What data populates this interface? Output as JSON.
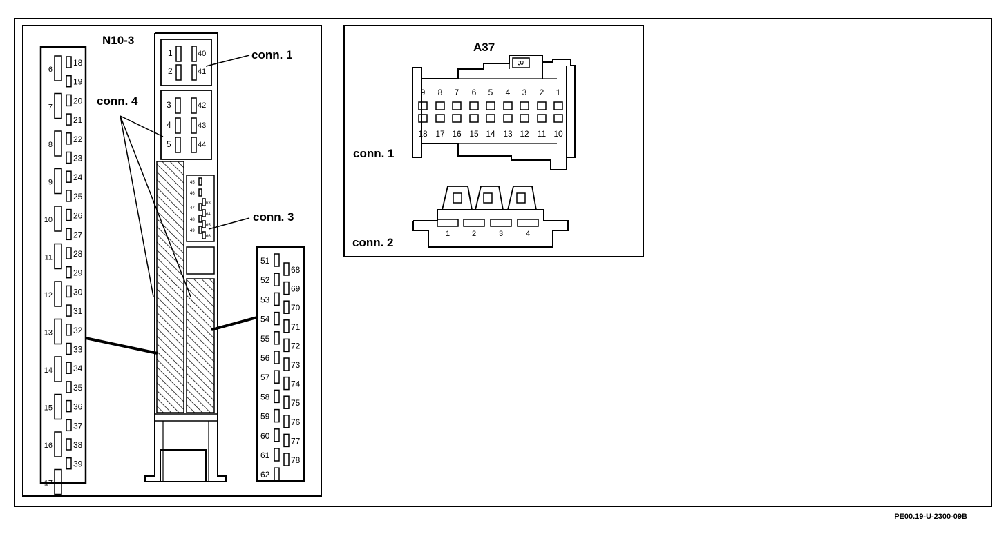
{
  "n10": {
    "title": "N10-3",
    "left_pins": [
      "6",
      "7",
      "8",
      "9",
      "10",
      "11",
      "12",
      "13",
      "14",
      "15",
      "16",
      "17"
    ],
    "left_small_pins": [
      "18",
      "19",
      "20",
      "21",
      "22",
      "23",
      "24",
      "25",
      "26",
      "27",
      "28",
      "29",
      "30",
      "31",
      "32",
      "33",
      "34",
      "35",
      "36",
      "37",
      "38",
      "39"
    ],
    "conn1_pins": [
      "1",
      "2",
      "40",
      "41"
    ],
    "conn4_pins": [
      "3",
      "4",
      "5",
      "42",
      "43",
      "44"
    ],
    "conn3_pins": [
      "45",
      "46",
      "47",
      "48",
      "49",
      "63",
      "64",
      "65",
      "66"
    ],
    "right_pins_a": [
      "51",
      "52",
      "53",
      "54",
      "55",
      "56",
      "57",
      "58",
      "59",
      "60",
      "61",
      "62"
    ],
    "right_pins_b": [
      "68",
      "69",
      "70",
      "71",
      "72",
      "73",
      "74",
      "75",
      "76",
      "77",
      "78"
    ],
    "conn1_label": "conn. 1",
    "conn3_label": "conn. 3",
    "conn4_label": "conn. 4"
  },
  "a37": {
    "title": "A37",
    "top_pins": [
      "9",
      "8",
      "7",
      "6",
      "5",
      "4",
      "3",
      "2",
      "1"
    ],
    "bottom_pins": [
      "18",
      "17",
      "16",
      "15",
      "14",
      "13",
      "12",
      "11",
      "10"
    ],
    "conn1_label": "conn. 1",
    "conn2_label": "conn. 2",
    "conn2_pins": [
      "1",
      "2",
      "3",
      "4"
    ],
    "key_mark": "B"
  },
  "footer": {
    "code": "PE00.19-U-2300-09B"
  },
  "colors": {
    "line": "#000000",
    "background": "#ffffff"
  }
}
